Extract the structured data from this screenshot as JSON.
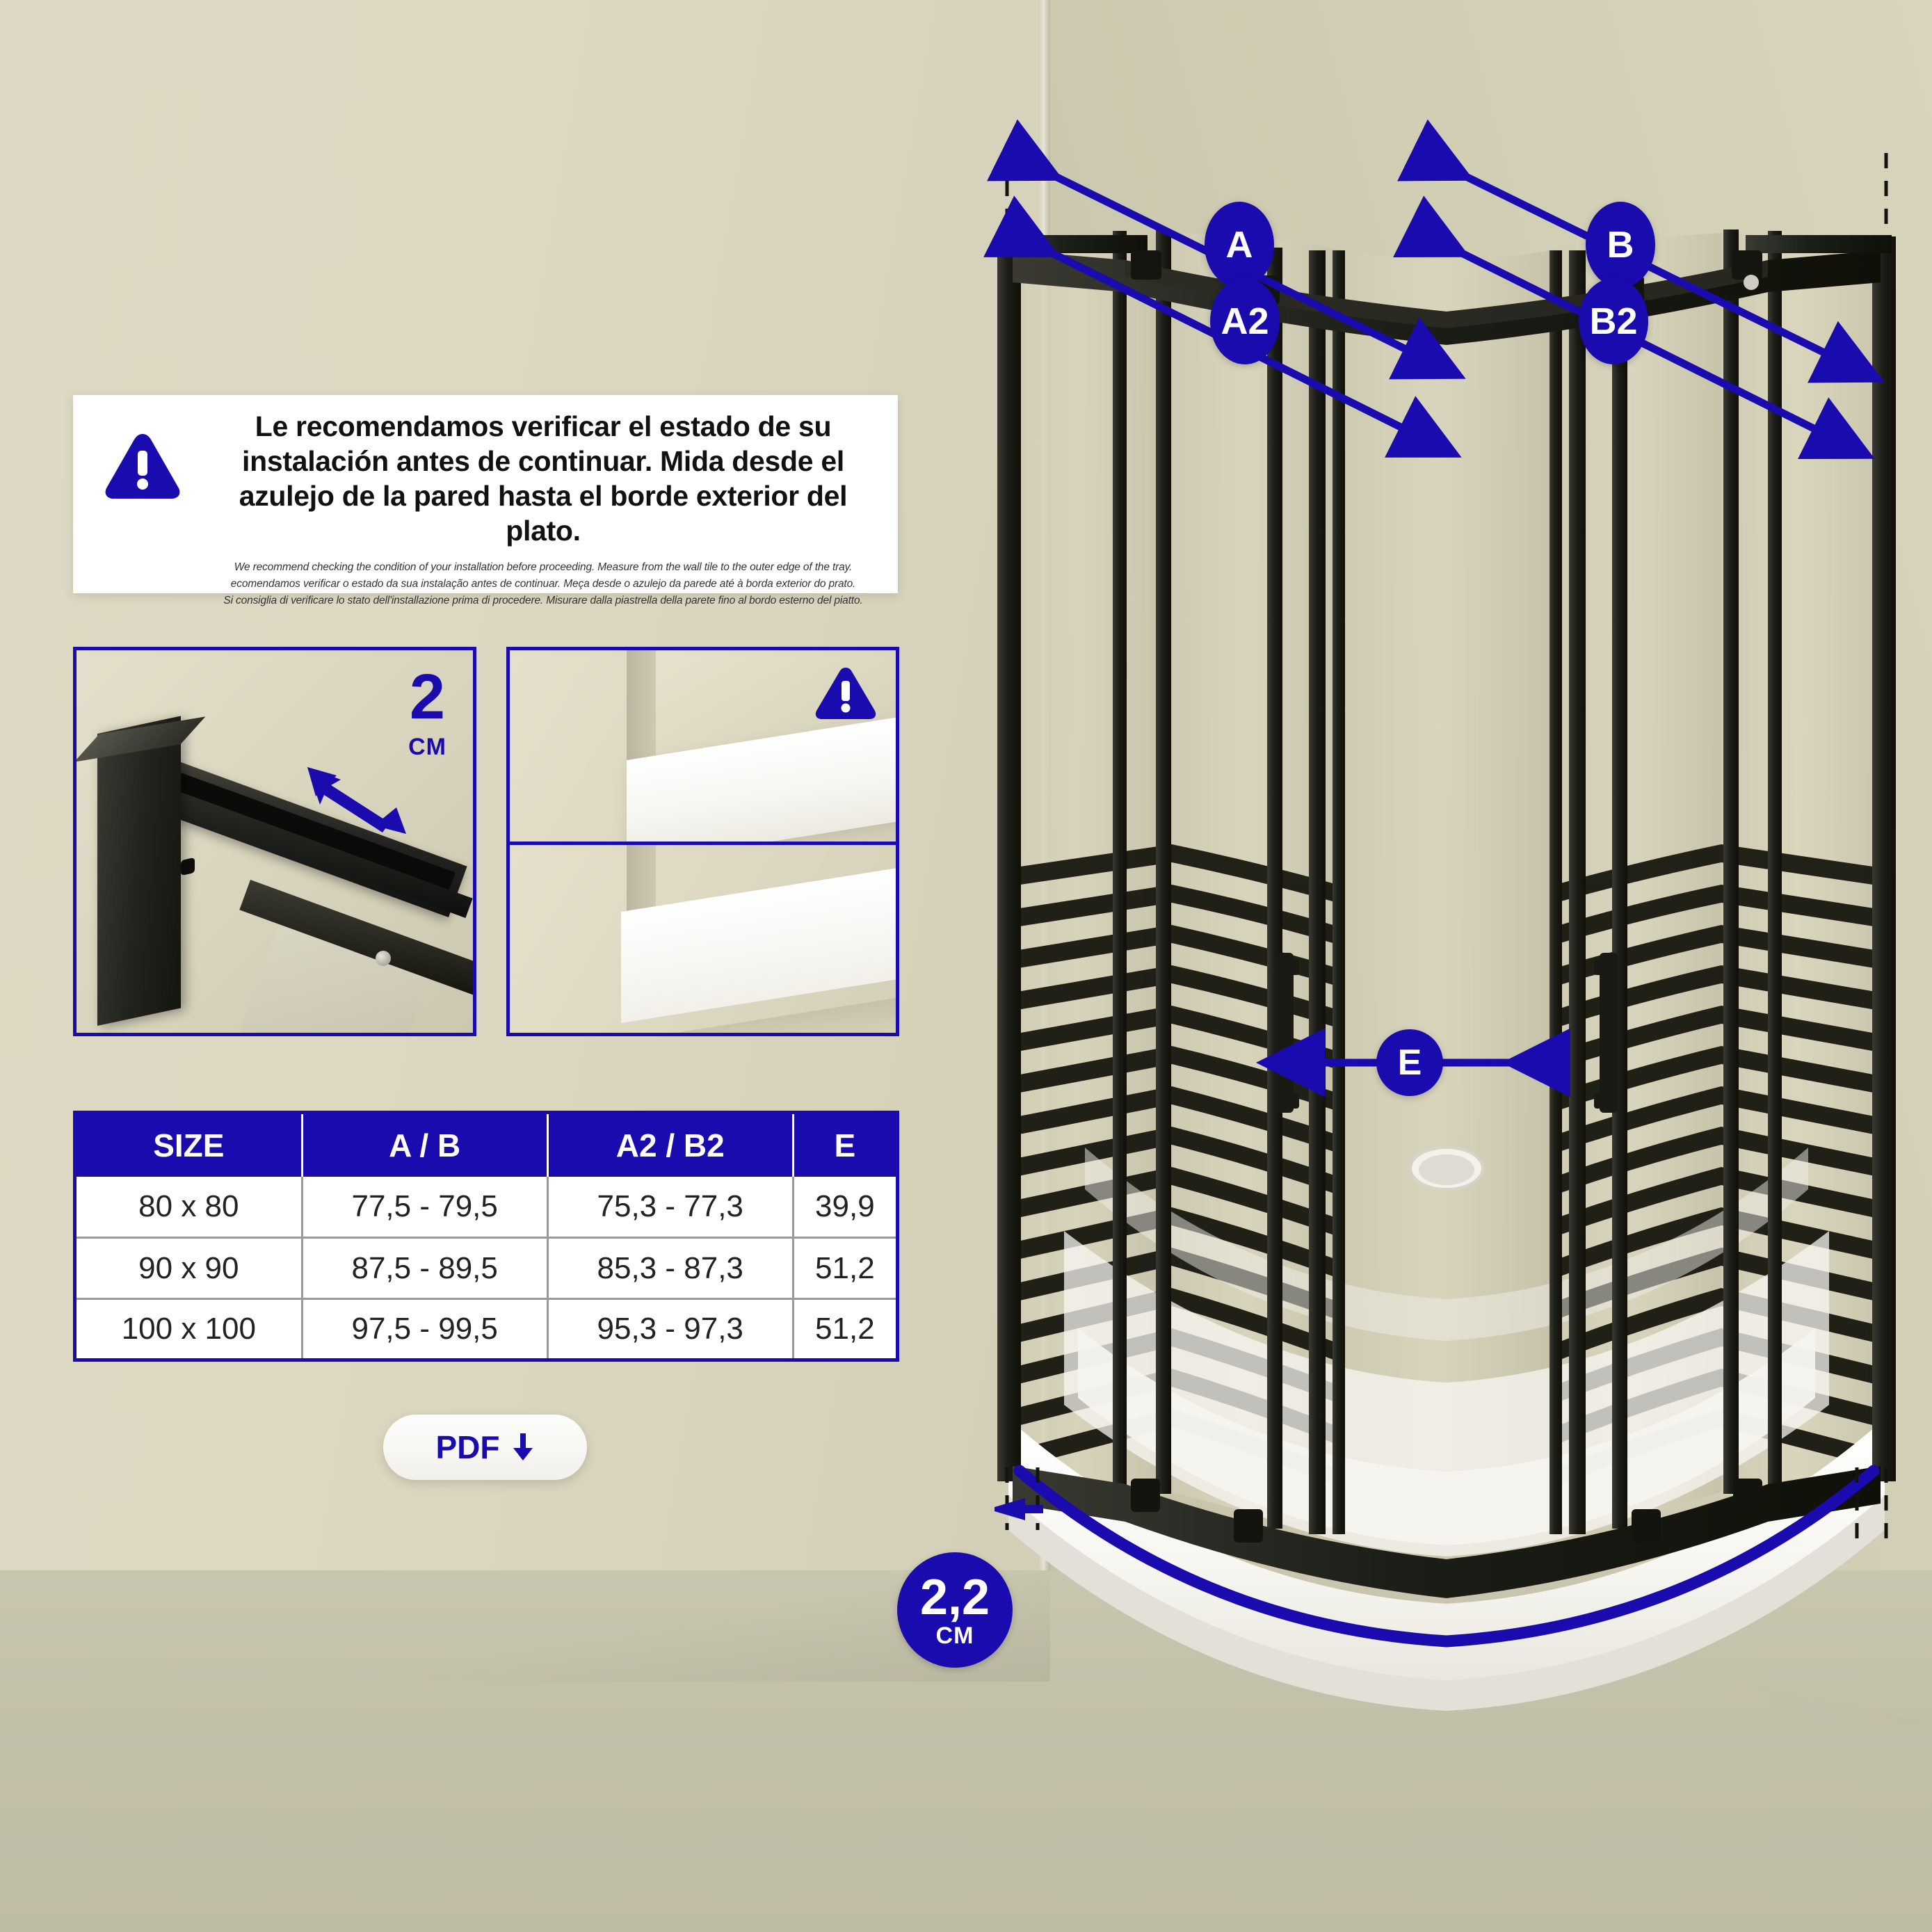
{
  "warning": {
    "icon": "warning-triangle-icon",
    "headline": "Le recomendamos verificar el estado de su instalación antes de continuar. Mida desde el azulejo de la pared hasta el borde exterior del plato.",
    "translations": [
      "We recommend checking the condition of your installation before proceeding. Measure from the wall tile to the outer edge of the tray.",
      "ecomendamos verificar o estado da sua instalação antes de continuar. Meça desde o azulejo da parede até à borda exterior do prato.",
      "Si consiglia di verificare lo stato dell'installazione prima di procedere. Misurare dalla piastrella della parete fino al bordo esterno del piatto."
    ]
  },
  "panels": {
    "left": {
      "name": "profile-clearance-photo",
      "value": "2",
      "unit": "CM",
      "arrow": "double-arrow-diagonal-icon"
    },
    "right": {
      "name": "tray-wall-edge-photo",
      "icon": "warning-triangle-icon"
    }
  },
  "table": {
    "headers": [
      "SIZE",
      "A / B",
      "A2 / B2",
      "E"
    ],
    "rows": [
      [
        "80 x 80",
        "77,5 - 79,5",
        "75,3 - 77,3",
        "39,9"
      ],
      [
        "90 x 90",
        "87,5 - 89,5",
        "85,3 - 87,3",
        "51,2"
      ],
      [
        "100 x 100",
        "97,5 - 99,5",
        "95,3 - 97,3",
        "51,2"
      ]
    ]
  },
  "pdf_button": {
    "label": "PDF",
    "icon": "download-arrow-icon"
  },
  "callouts": {
    "A": "A",
    "B": "B",
    "A2": "A2",
    "B2": "B2",
    "E": "E",
    "height_value": "2,2",
    "height_unit": "CM"
  },
  "colors": {
    "accent_blue": "#1a0bae",
    "wall_beige": "#dbd7c1",
    "floor_beige": "#c5c2ac",
    "frame_black": "#1b1b18",
    "tray_white": "#ffffff"
  },
  "chart_data": {
    "type": "table",
    "title": "Shower enclosure dimension reference",
    "categories": [
      "80 x 80",
      "90 x 90",
      "100 x 100"
    ],
    "columns": [
      "SIZE",
      "A / B",
      "A2 / B2",
      "E"
    ],
    "values": [
      {
        "SIZE": "80 x 80",
        "A / B": "77,5 - 79,5",
        "A2 / B2": "75,3 - 77,3",
        "E": "39,9"
      },
      {
        "SIZE": "90 x 90",
        "A / B": "87,5 - 89,5",
        "A2 / B2": "85,3 - 87,3",
        "E": "51,2"
      },
      {
        "SIZE": "100 x 100",
        "A / B": "97,5 - 99,5",
        "A2 / B2": "95,3 - 97,3",
        "E": "51,2"
      }
    ],
    "units": "cm",
    "annotations": [
      "A",
      "B",
      "A2",
      "B2",
      "E",
      "2,2 CM",
      "2 CM"
    ]
  }
}
